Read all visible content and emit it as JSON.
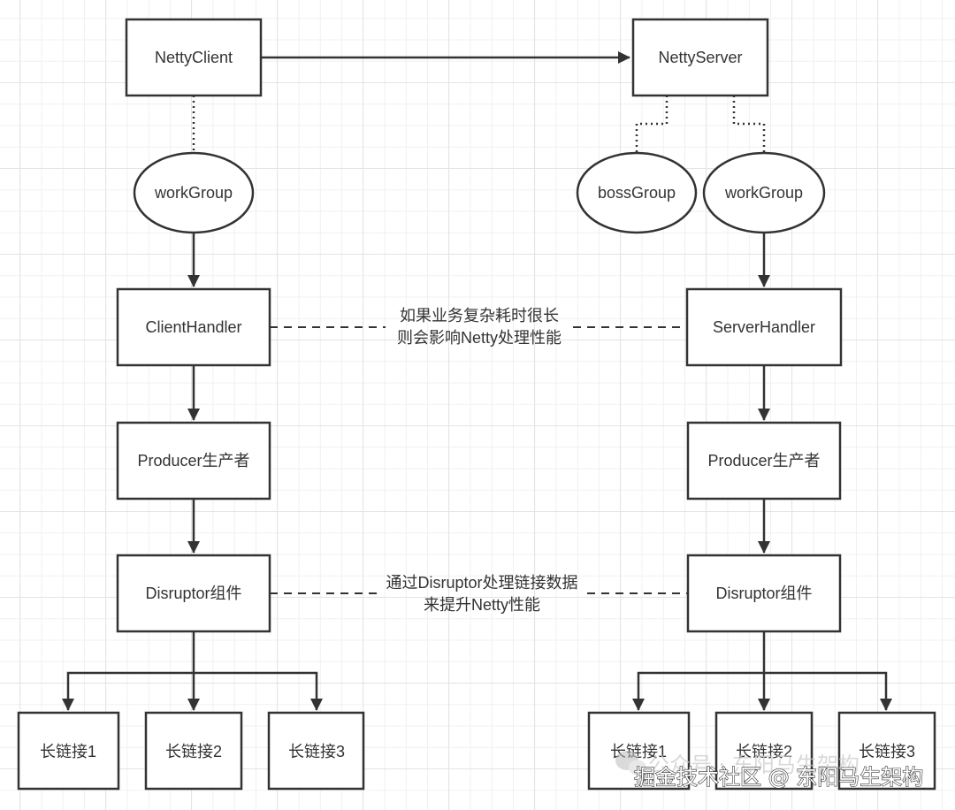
{
  "nodes": {
    "netty_client": "NettyClient",
    "netty_server": "NettyServer",
    "client_work_group": "workGroup",
    "server_boss_group": "bossGroup",
    "server_work_group": "workGroup",
    "client_handler": "ClientHandler",
    "server_handler": "ServerHandler",
    "client_producer": "Producer生产者",
    "server_producer": "Producer生产者",
    "client_disruptor": "Disruptor组件",
    "server_disruptor": "Disruptor组件",
    "client_connections": [
      "长链接1",
      "长链接2",
      "长链接3"
    ],
    "server_connections": [
      "长链接1",
      "长链接2",
      "长链接3"
    ]
  },
  "notes": {
    "handler_note": [
      "如果业务复杂耗时很长",
      "则会影响Netty处理性能"
    ],
    "disruptor_note": [
      "通过Disruptor处理链接数据",
      "来提升Netty性能"
    ]
  },
  "watermark": {
    "main": "掘金技术社区 @ 东阳马生架构",
    "faded": "公众号 · 东阳马生架构",
    "icon": "wechat-icon"
  },
  "colors": {
    "stroke": "#333333",
    "text": "#333333",
    "grid": "#e4e4e4",
    "background": "#ffffff"
  }
}
